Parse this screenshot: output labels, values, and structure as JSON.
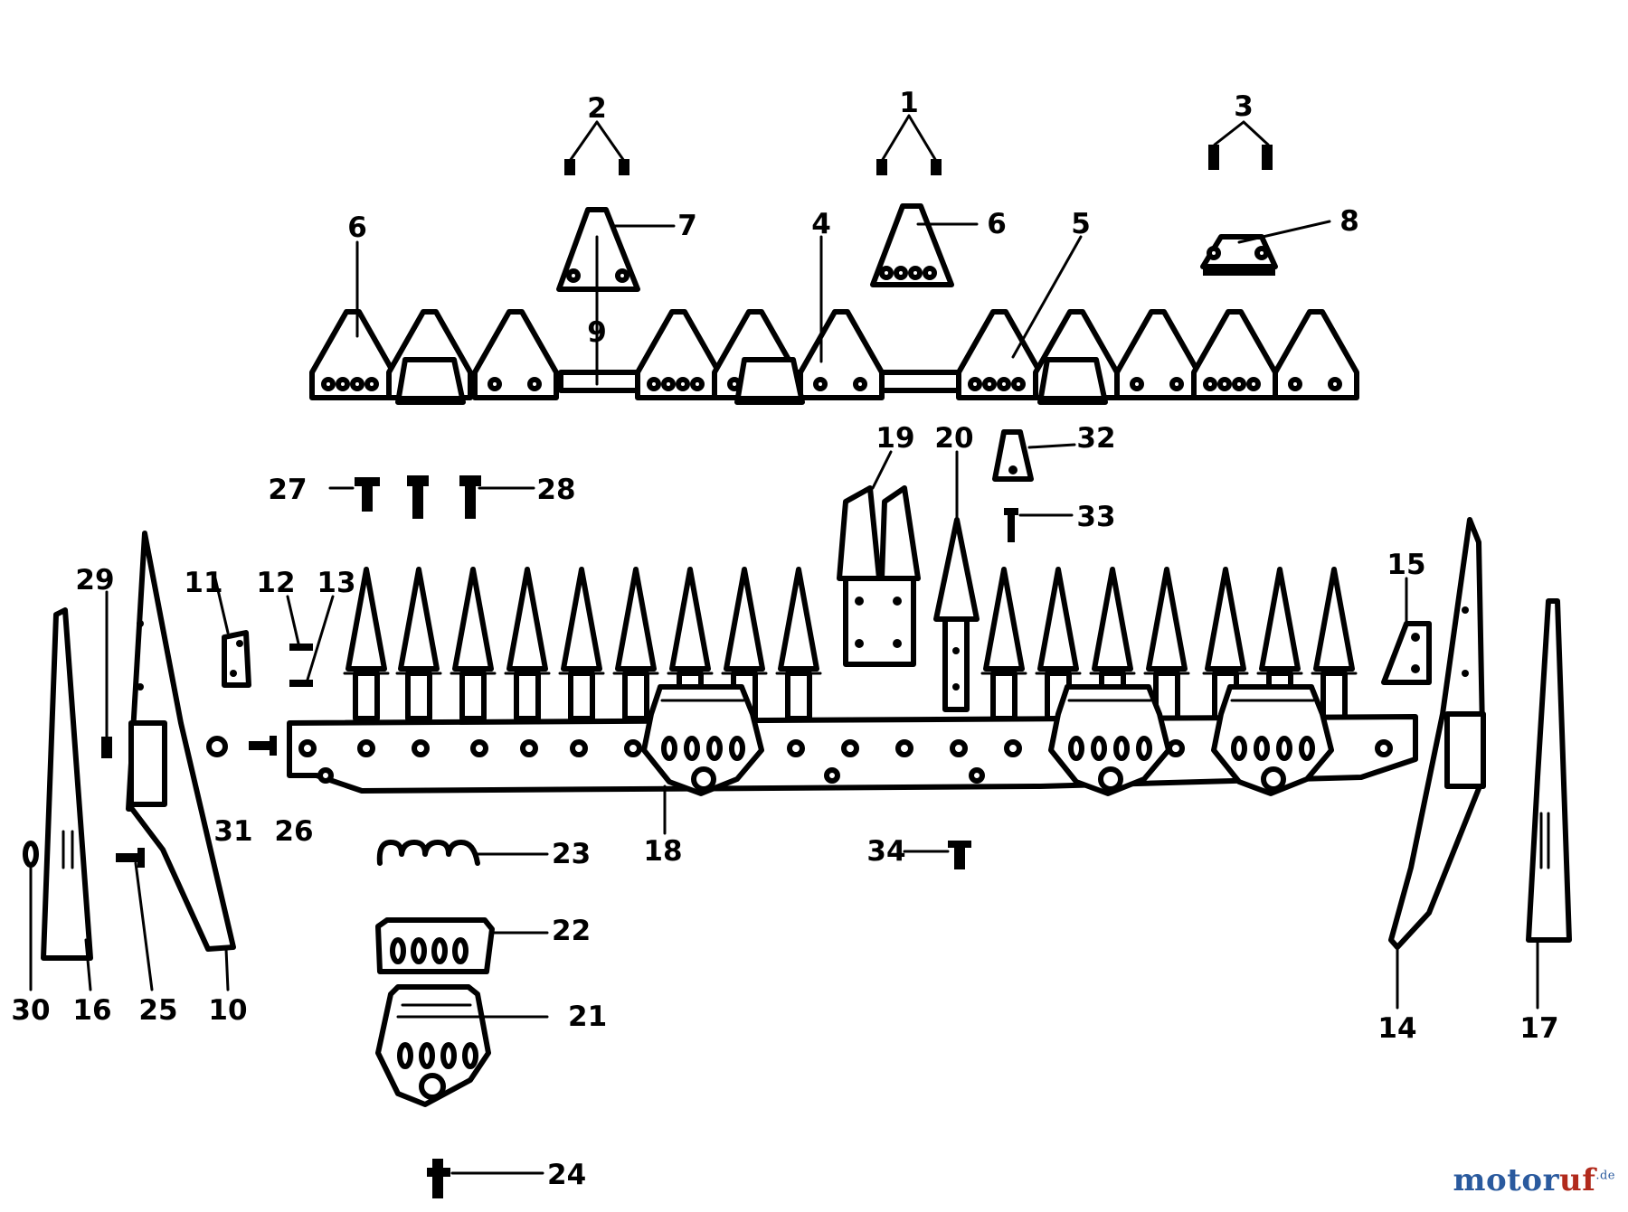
{
  "diagram": {
    "labels": [
      "1",
      "2",
      "3",
      "4",
      "5",
      "6",
      "6",
      "7",
      "8",
      "9",
      "10",
      "11",
      "12",
      "13",
      "14",
      "15",
      "16",
      "17",
      "18",
      "19",
      "20",
      "21",
      "22",
      "23",
      "24",
      "25",
      "26",
      "27",
      "28",
      "29",
      "30",
      "31",
      "32",
      "33",
      "34"
    ],
    "watermark": {
      "part1": "motor",
      "part2": "uf",
      "part3": ".de"
    }
  }
}
